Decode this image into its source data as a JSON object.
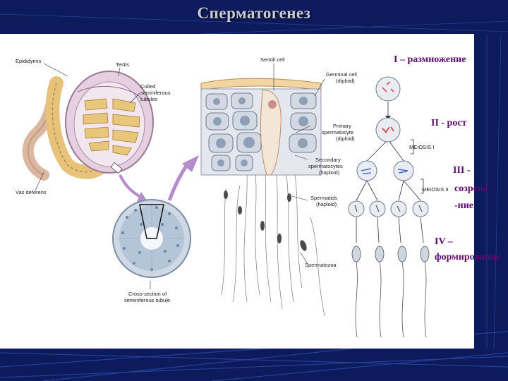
{
  "slide": {
    "title": "Сперматогенез",
    "colors": {
      "background": "#0d1a5c",
      "title": "#c7cbd6",
      "stage_text": "#5a0d6b",
      "panel": "#ffffff"
    }
  },
  "labels": {
    "epididymis": "Epididymis",
    "testis": "Testis",
    "coiled_1": "Coiled",
    "coiled_2": "seminiferous",
    "coiled_3": "tubules",
    "vas_deferens": "Vas deferens",
    "cross_1": "Cross-section of",
    "cross_2": "seminiferous tubule",
    "sertoli": "Sertoli cell",
    "germinal_1": "Germinal cell",
    "germinal_2": "(diploid)",
    "primary_1": "Primary",
    "primary_2": "spermatocyte",
    "primary_3": "(diploid)",
    "secondary_1": "Secondary",
    "secondary_2": "spermatocytes",
    "secondary_3": "(haploid)",
    "spermatids_1": "Spermatids",
    "spermatids_2": "(haploid)",
    "spermatozoa": "Spermatozoa",
    "meiosis1": "MEIOSIS I",
    "meiosis2": "MEIOSIS II"
  },
  "stages": {
    "s1": "I – размножение",
    "s2": "II - рост",
    "s3a": "III -",
    "s3b": "созрева",
    "s3c": "-ние",
    "s4a": "IV –",
    "s4b": "формирование"
  }
}
